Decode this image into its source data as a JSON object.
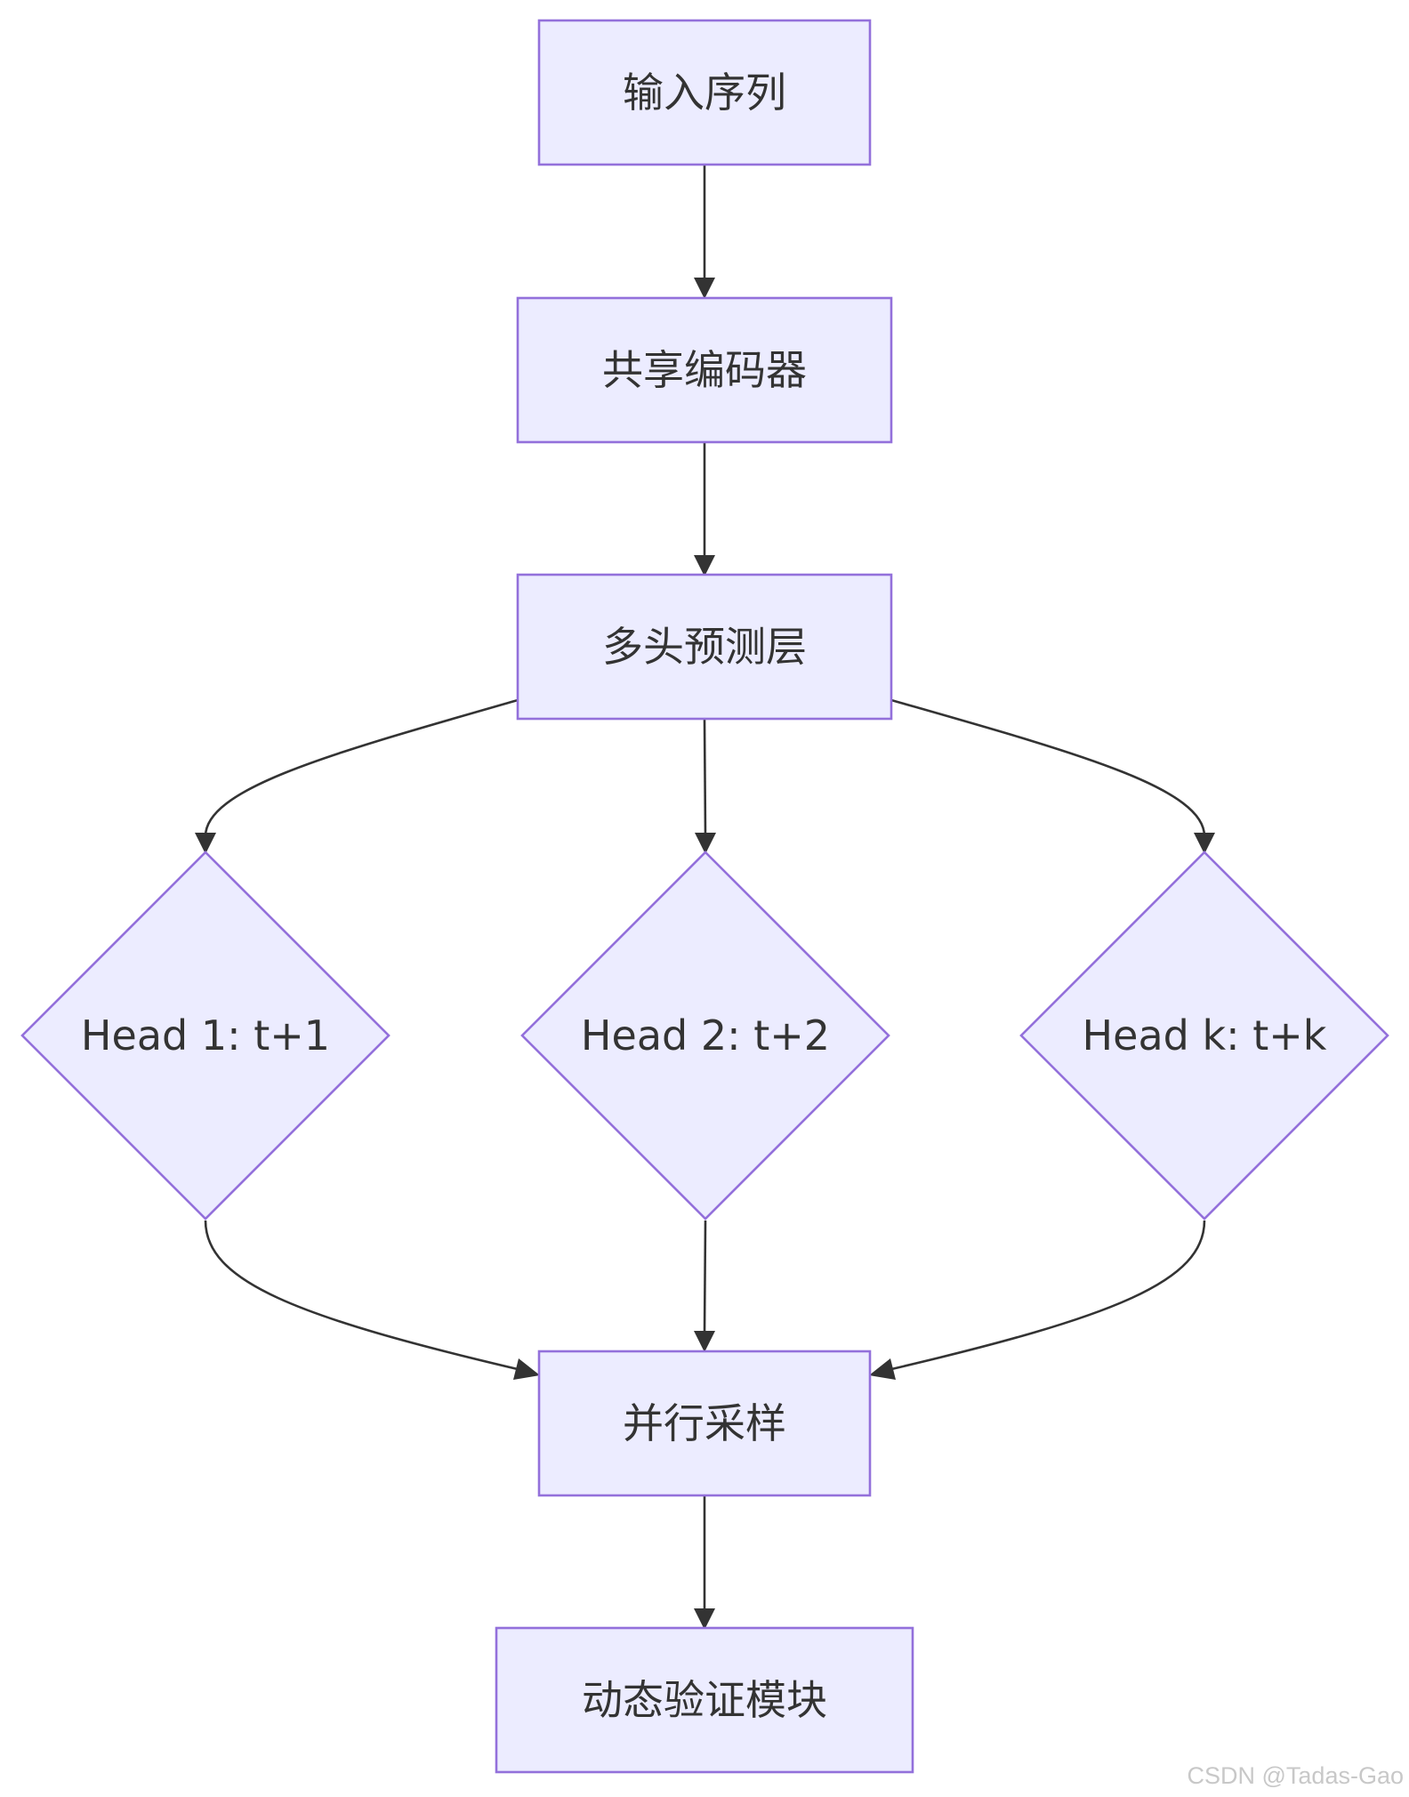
{
  "diagram": {
    "type": "flowchart",
    "colors": {
      "node_fill": "#ECECFF",
      "node_stroke": "#9370DB",
      "edge": "#333333",
      "text": "#333333"
    },
    "nodes": {
      "input": "输入序列",
      "encoder": "共享编码器",
      "multihead": "多头预测层",
      "head1": "Head 1: t+1",
      "head2": "Head 2: t+2",
      "headk": "Head k: t+k",
      "sampling": "并行采样",
      "verify": "动态验证模块"
    },
    "edges": [
      [
        "input",
        "encoder"
      ],
      [
        "encoder",
        "multihead"
      ],
      [
        "multihead",
        "head1"
      ],
      [
        "multihead",
        "head2"
      ],
      [
        "multihead",
        "headk"
      ],
      [
        "head1",
        "sampling"
      ],
      [
        "head2",
        "sampling"
      ],
      [
        "headk",
        "sampling"
      ],
      [
        "sampling",
        "verify"
      ]
    ]
  },
  "watermark": "CSDN @Tadas-Gao"
}
